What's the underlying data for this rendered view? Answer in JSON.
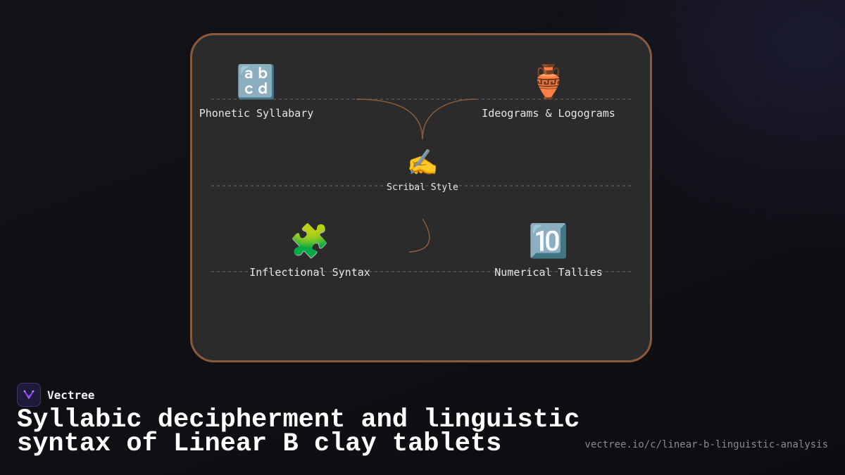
{
  "diagram": {
    "center": {
      "icon": "✍️",
      "icon_name": "writing-hand-icon",
      "label": "Scribal Style"
    },
    "nodes": [
      {
        "id": "phonetic",
        "icon": "🔡",
        "icon_name": "abcd-letters-icon",
        "label": "Phonetic Syllabary"
      },
      {
        "id": "ideograms",
        "icon": "🏺",
        "icon_name": "amphora-icon",
        "label": "Ideograms & Logograms"
      },
      {
        "id": "inflectional",
        "icon": "🧩",
        "icon_name": "puzzle-piece-icon",
        "label": "Inflectional Syntax"
      },
      {
        "id": "numerical",
        "icon": "🔟",
        "icon_name": "keycap-ten-icon",
        "label": "Numerical Tallies"
      }
    ],
    "colors": {
      "card_background": "#2b2b2b",
      "card_border": "#8a5a3a",
      "connector": "#8a5a3a",
      "guide_line": "#555555"
    }
  },
  "brand": {
    "name": "Vectree",
    "logo_icon": "vectree-logo-icon"
  },
  "title": "Syllabic decipherment and linguistic syntax of Linear B clay tablets",
  "url": "vectree.io/c/linear-b-linguistic-analysis"
}
